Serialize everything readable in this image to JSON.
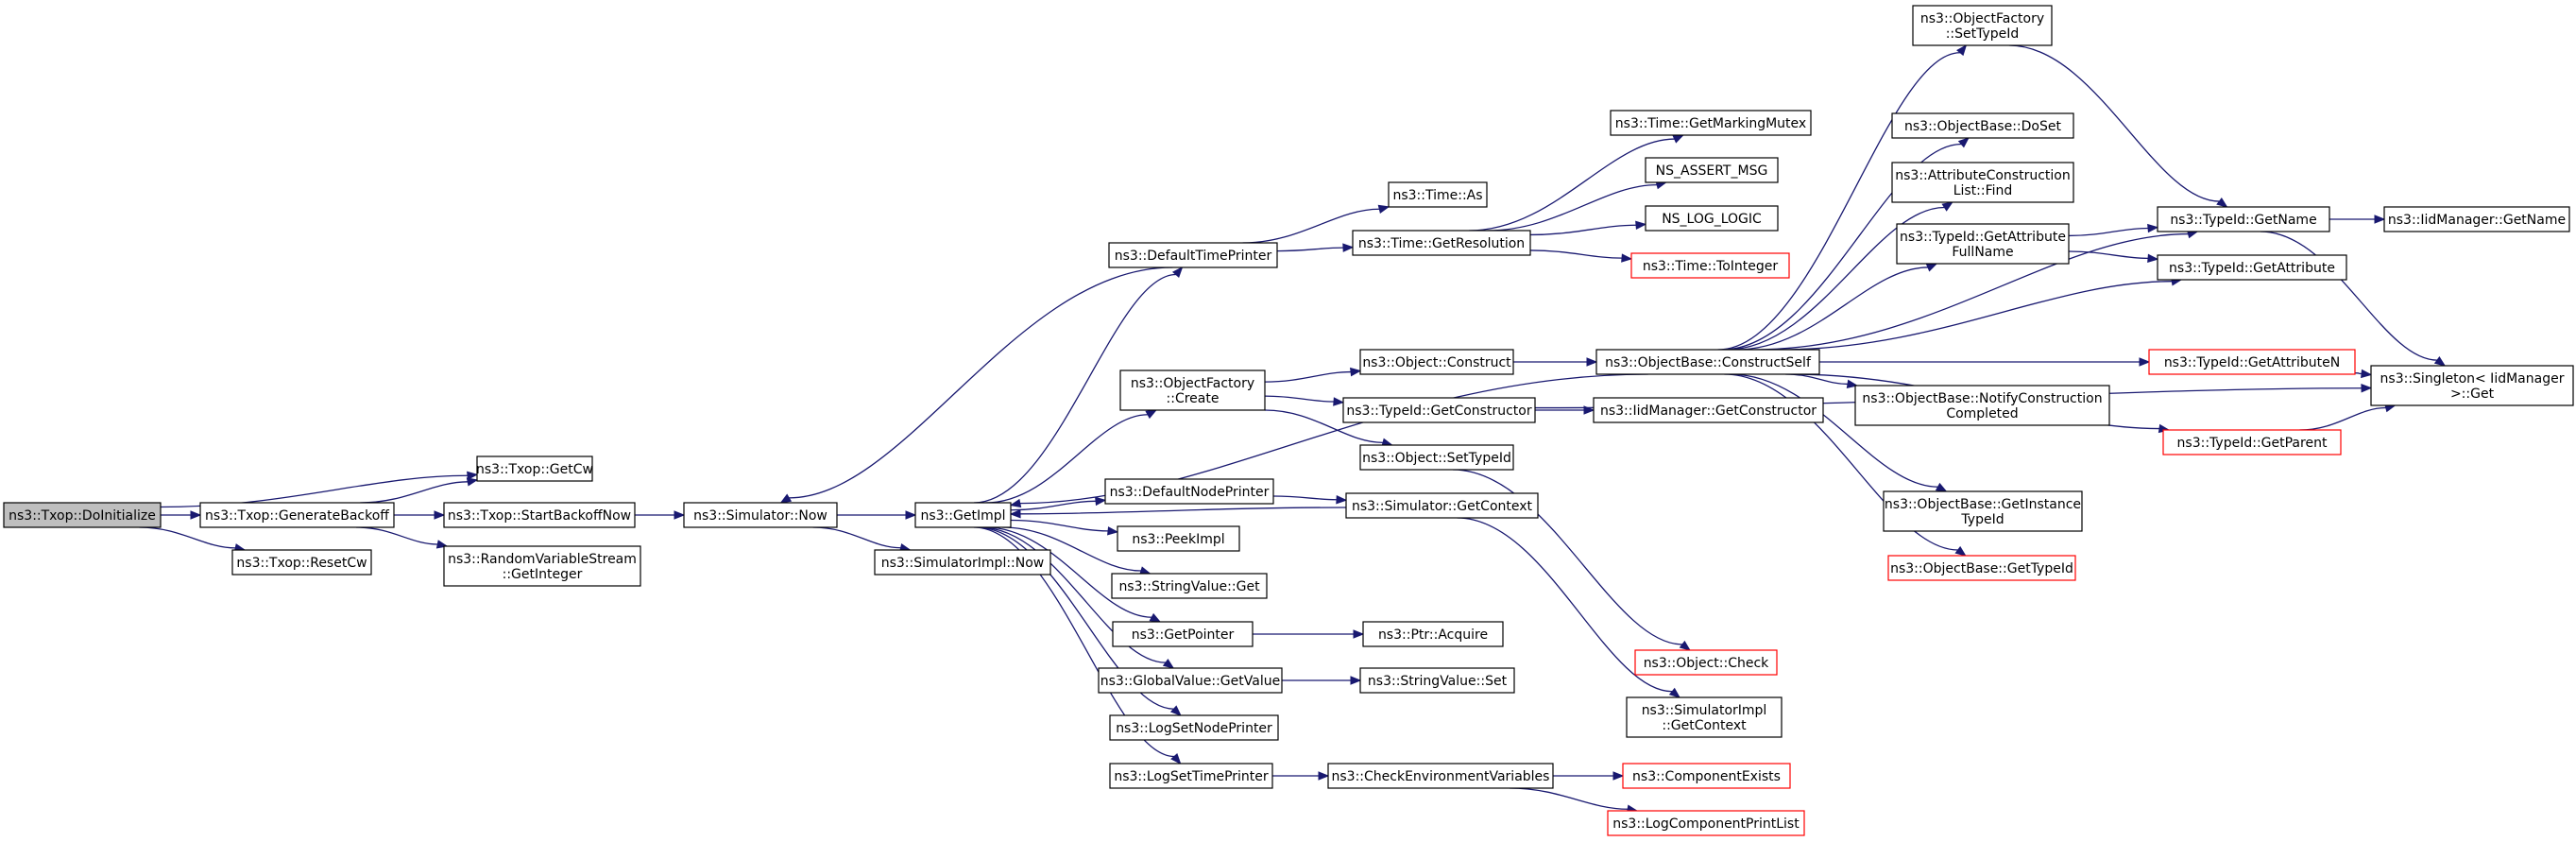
{
  "colors": {
    "edge": "#191970",
    "root_fill": "#bfbfbf",
    "border": "#000000",
    "truncated_border": "#ff0000"
  },
  "nodes": [
    {
      "id": "doinit",
      "lines": [
        "ns3::Txop::DoInitialize"
      ],
      "root": true
    },
    {
      "id": "genbackoff",
      "lines": [
        "ns3::Txop::GenerateBackoff"
      ]
    },
    {
      "id": "resetcw",
      "lines": [
        "ns3::Txop::ResetCw"
      ]
    },
    {
      "id": "getcw",
      "lines": [
        "ns3::Txop::GetCw"
      ]
    },
    {
      "id": "startbackoff",
      "lines": [
        "ns3::Txop::StartBackoffNow"
      ]
    },
    {
      "id": "rvs",
      "lines": [
        "ns3::RandomVariableStream",
        "::GetInteger"
      ]
    },
    {
      "id": "simnow",
      "lines": [
        "ns3::Simulator::Now"
      ]
    },
    {
      "id": "getimpl",
      "lines": [
        "ns3::GetImpl"
      ]
    },
    {
      "id": "simimplnow",
      "lines": [
        "ns3::SimulatorImpl::Now"
      ]
    },
    {
      "id": "deftimeprinter",
      "lines": [
        "ns3::DefaultTimePrinter"
      ]
    },
    {
      "id": "objfactcreate",
      "lines": [
        "ns3::ObjectFactory",
        "::Create"
      ]
    },
    {
      "id": "defnodeprinter",
      "lines": [
        "ns3::DefaultNodePrinter"
      ]
    },
    {
      "id": "peekimpl",
      "lines": [
        "ns3::PeekImpl"
      ]
    },
    {
      "id": "stringvalueget",
      "lines": [
        "ns3::StringValue::Get"
      ]
    },
    {
      "id": "getpointer",
      "lines": [
        "ns3::GetPointer"
      ]
    },
    {
      "id": "gvgetvalue",
      "lines": [
        "ns3::GlobalValue::GetValue"
      ]
    },
    {
      "id": "logsetnode",
      "lines": [
        "ns3::LogSetNodePrinter"
      ]
    },
    {
      "id": "logsettime",
      "lines": [
        "ns3::LogSetTimePrinter"
      ]
    },
    {
      "id": "timeas",
      "lines": [
        "ns3::Time::As"
      ]
    },
    {
      "id": "timegetres",
      "lines": [
        "ns3::Time::GetResolution"
      ]
    },
    {
      "id": "objconstruct",
      "lines": [
        "ns3::Object::Construct"
      ]
    },
    {
      "id": "typeidgetctor",
      "lines": [
        "ns3::TypeId::GetConstructor"
      ]
    },
    {
      "id": "objsettypeid",
      "lines": [
        "ns3::Object::SetTypeId"
      ]
    },
    {
      "id": "simgetctx",
      "lines": [
        "ns3::Simulator::GetContext"
      ]
    },
    {
      "id": "ptracquire",
      "lines": [
        "ns3::Ptr::Acquire"
      ]
    },
    {
      "id": "stringvalueset",
      "lines": [
        "ns3::StringValue::Set"
      ]
    },
    {
      "id": "checkenv",
      "lines": [
        "ns3::CheckEnvironmentVariables"
      ]
    },
    {
      "id": "getmarkmutex",
      "lines": [
        "ns3::Time::GetMarkingMutex"
      ]
    },
    {
      "id": "assertmsg",
      "lines": [
        "NS_ASSERT_MSG"
      ]
    },
    {
      "id": "loglogic",
      "lines": [
        "NS_LOG_LOGIC"
      ]
    },
    {
      "id": "tointeger",
      "lines": [
        "ns3::Time::ToInteger"
      ],
      "red": true
    },
    {
      "id": "constructself",
      "lines": [
        "ns3::ObjectBase::ConstructSelf"
      ]
    },
    {
      "id": "iidgetctor",
      "lines": [
        "ns3::IidManager::GetConstructor"
      ]
    },
    {
      "id": "objcheck",
      "lines": [
        "ns3::Object::Check"
      ],
      "red": true
    },
    {
      "id": "simimplgetctx",
      "lines": [
        "ns3::SimulatorImpl",
        "::GetContext"
      ]
    },
    {
      "id": "compexists",
      "lines": [
        "ns3::ComponentExists"
      ],
      "red": true
    },
    {
      "id": "logcompprint",
      "lines": [
        "ns3::LogComponentPrintList"
      ],
      "red": true
    },
    {
      "id": "ofsettypeid",
      "lines": [
        "ns3::ObjectFactory",
        "::SetTypeId"
      ]
    },
    {
      "id": "obdoset",
      "lines": [
        "ns3::ObjectBase::DoSet"
      ]
    },
    {
      "id": "attrconstfind",
      "lines": [
        "ns3::AttributeConstruction",
        "List::Find"
      ]
    },
    {
      "id": "getattrfullname",
      "lines": [
        "ns3::TypeId::GetAttribute",
        "FullName"
      ]
    },
    {
      "id": "notifyconst",
      "lines": [
        "ns3::ObjectBase::NotifyConstruction",
        "Completed"
      ]
    },
    {
      "id": "getinsttypeid",
      "lines": [
        "ns3::ObjectBase::GetInstance",
        "TypeId"
      ]
    },
    {
      "id": "obgettypeid",
      "lines": [
        "ns3::ObjectBase::GetTypeId"
      ],
      "red": true
    },
    {
      "id": "typeidgetname",
      "lines": [
        "ns3::TypeId::GetName"
      ]
    },
    {
      "id": "typeidgetattr",
      "lines": [
        "ns3::TypeId::GetAttribute"
      ]
    },
    {
      "id": "getattrn",
      "lines": [
        "ns3::TypeId::GetAttributeN"
      ],
      "red": true
    },
    {
      "id": "getparent",
      "lines": [
        "ns3::TypeId::GetParent"
      ],
      "red": true
    },
    {
      "id": "iidgetname",
      "lines": [
        "ns3::IidManager::GetName"
      ]
    },
    {
      "id": "singletonget",
      "lines": [
        "ns3::Singleton< IidManager",
        ">::Get"
      ]
    }
  ],
  "edges": [
    [
      "doinit",
      "genbackoff"
    ],
    [
      "doinit",
      "resetcw"
    ],
    [
      "doinit",
      "getcw"
    ],
    [
      "genbackoff",
      "getcw"
    ],
    [
      "genbackoff",
      "startbackoff"
    ],
    [
      "genbackoff",
      "rvs"
    ],
    [
      "startbackoff",
      "simnow"
    ],
    [
      "simnow",
      "getimpl"
    ],
    [
      "simnow",
      "simimplnow"
    ],
    [
      "getimpl",
      "deftimeprinter"
    ],
    [
      "getimpl",
      "objfactcreate"
    ],
    [
      "getimpl",
      "defnodeprinter"
    ],
    [
      "getimpl",
      "peekimpl"
    ],
    [
      "getimpl",
      "stringvalueget"
    ],
    [
      "getimpl",
      "getpointer"
    ],
    [
      "getimpl",
      "gvgetvalue"
    ],
    [
      "getimpl",
      "logsetnode"
    ],
    [
      "getimpl",
      "logsettime"
    ],
    [
      "deftimeprinter",
      "timeas"
    ],
    [
      "deftimeprinter",
      "timegetres"
    ],
    [
      "deftimeprinter",
      "simnow"
    ],
    [
      "timegetres",
      "getmarkmutex"
    ],
    [
      "timegetres",
      "assertmsg"
    ],
    [
      "timegetres",
      "loglogic"
    ],
    [
      "timegetres",
      "tointeger"
    ],
    [
      "objfactcreate",
      "objconstruct"
    ],
    [
      "objfactcreate",
      "typeidgetctor"
    ],
    [
      "objfactcreate",
      "objsettypeid"
    ],
    [
      "objconstruct",
      "constructself"
    ],
    [
      "typeidgetctor",
      "iidgetctor"
    ],
    [
      "typeidgetctor",
      "singletonget"
    ],
    [
      "objsettypeid",
      "objcheck"
    ],
    [
      "defnodeprinter",
      "simgetctx"
    ],
    [
      "simgetctx",
      "getimpl"
    ],
    [
      "simgetctx",
      "simimplgetctx"
    ],
    [
      "getpointer",
      "ptracquire"
    ],
    [
      "gvgetvalue",
      "stringvalueset"
    ],
    [
      "logsettime",
      "checkenv"
    ],
    [
      "checkenv",
      "compexists"
    ],
    [
      "checkenv",
      "logcompprint"
    ],
    [
      "constructself",
      "getimpl"
    ],
    [
      "constructself",
      "ofsettypeid"
    ],
    [
      "constructself",
      "obdoset"
    ],
    [
      "constructself",
      "attrconstfind"
    ],
    [
      "constructself",
      "getattrfullname"
    ],
    [
      "constructself",
      "typeidgetattr"
    ],
    [
      "constructself",
      "getattrn"
    ],
    [
      "constructself",
      "notifyconst"
    ],
    [
      "constructself",
      "getinsttypeid"
    ],
    [
      "constructself",
      "obgettypeid"
    ],
    [
      "constructself",
      "getparent"
    ],
    [
      "constructself",
      "typeidgetname"
    ],
    [
      "ofsettypeid",
      "typeidgetname"
    ],
    [
      "getattrfullname",
      "typeidgetname"
    ],
    [
      "getattrfullname",
      "typeidgetattr"
    ],
    [
      "typeidgetname",
      "iidgetname"
    ],
    [
      "typeidgetname",
      "singletonget"
    ],
    [
      "getattrn",
      "singletonget"
    ],
    [
      "getparent",
      "singletonget"
    ]
  ]
}
